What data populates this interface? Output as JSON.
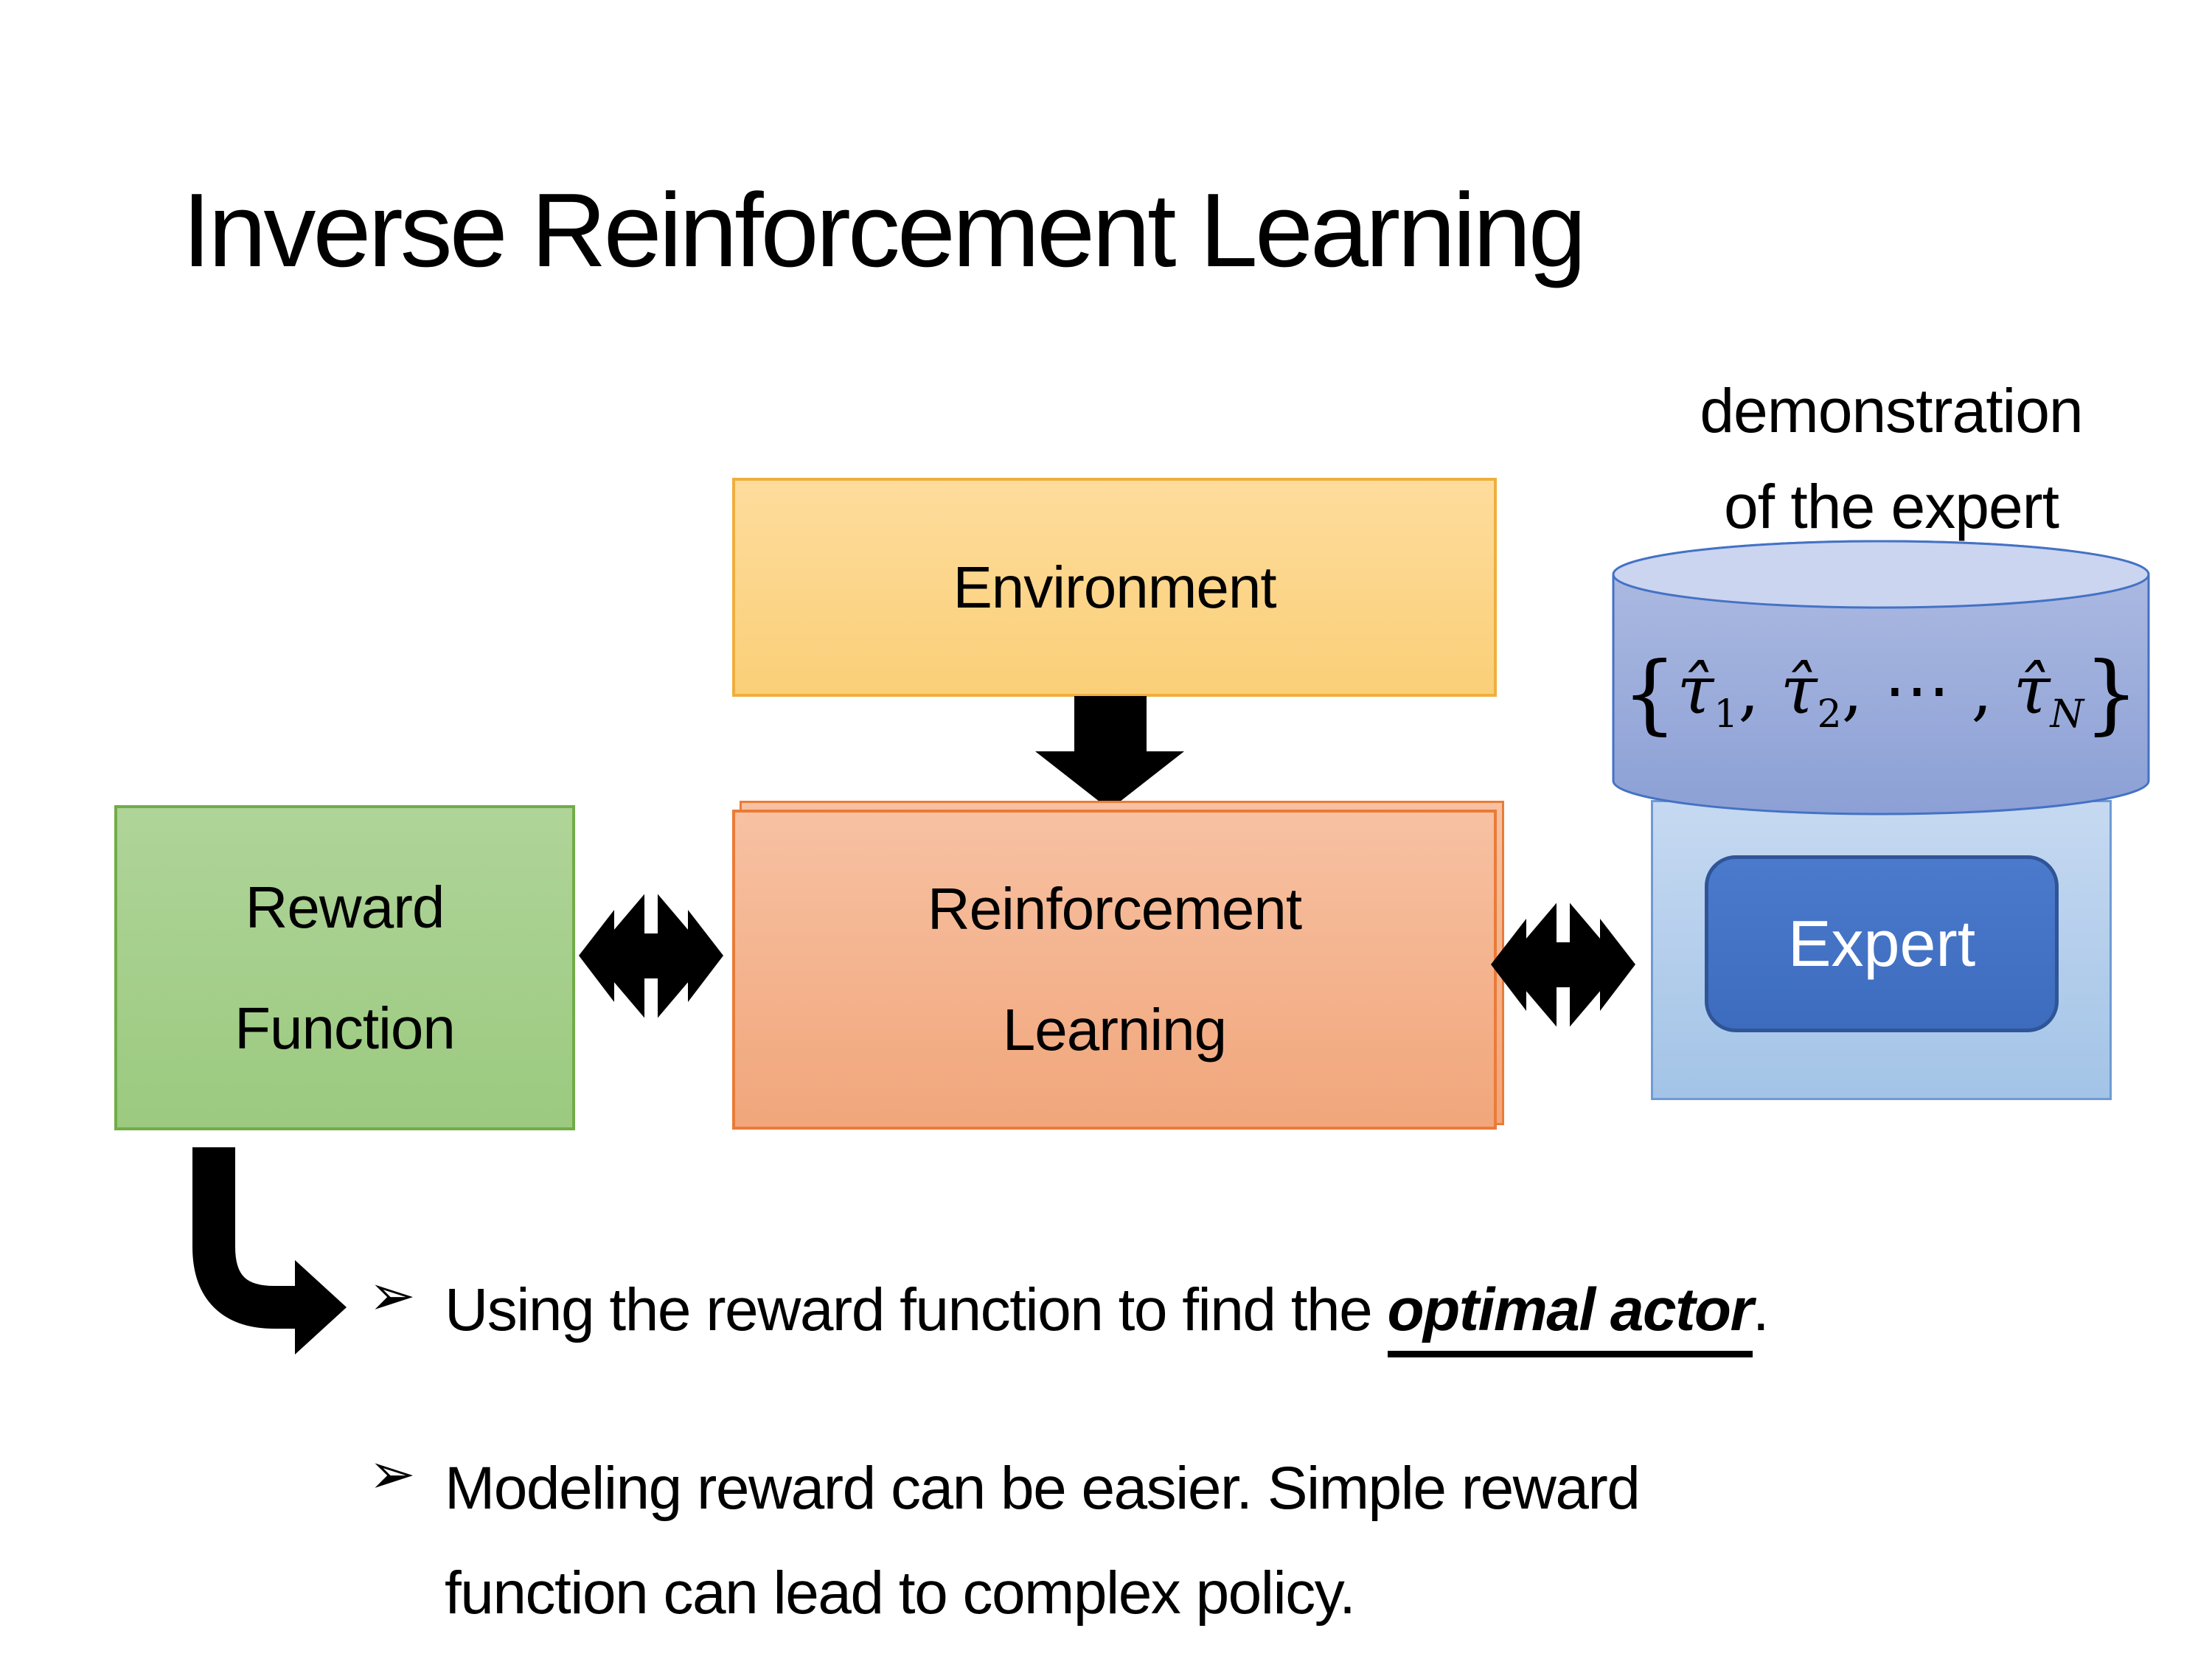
{
  "title": "Inverse Reinforcement Learning",
  "right_group": {
    "caption_lines": [
      "demonstration",
      "of the expert"
    ],
    "expert_label": "Expert",
    "formula": {
      "open": "{",
      "tau1": "τ̂",
      "sub1": "1",
      "comma1": ", ",
      "tau2": "τ̂",
      "sub2": "2",
      "dots": ", ⋯ , ",
      "tau3": "τ̂",
      "subN": "N",
      "close": "}"
    }
  },
  "boxes": {
    "environment": {
      "label": "Environment"
    },
    "reward": {
      "lines": [
        "Reward",
        "Function"
      ]
    },
    "reinforcement_learning": {
      "lines": [
        "Reinforcement",
        "Learning"
      ]
    }
  },
  "bullets": [
    {
      "marker": "➢",
      "pre": "Using the reward function to find the ",
      "emphasis": "optimal actor",
      "post": "."
    },
    {
      "marker": "➢",
      "lines": [
        "Modeling reward can be easier. Simple reward",
        "function can lead to complex policy."
      ]
    }
  ],
  "icons": {
    "down_arrow": "down-arrow-icon",
    "double_arrow_left": "double-arrow-icon",
    "double_arrow_right": "double-arrow-icon",
    "elbow_arrow": "bent-right-arrow-icon",
    "bullet_marker": "arrowhead-bullet-icon",
    "database": "database-cylinder-icon"
  },
  "colors": {
    "background": "#FFFFFF",
    "text": "#000000",
    "arrow": "#000000",
    "environment_fill_top": "#FEDC9C",
    "environment_fill_bottom": "#FACF78",
    "environment_border": "#EFAF3D",
    "reward_fill_top": "#AFD499",
    "reward_fill_bottom": "#9BCA7F",
    "reward_border": "#71AC48",
    "rl_fill_top": "#F7C1A2",
    "rl_fill_bottom": "#F1A67B",
    "rl_border": "#EA7B38",
    "cylinder_fill_top": "#AFBCE3",
    "cylinder_fill_bottom": "#8CA0D5",
    "cylinder_top_fill": "#CBD5F0",
    "cylinder_border": "#4472C4",
    "expert_container_fill_top": "#C6D9F1",
    "expert_container_fill_bottom": "#A3C4E7",
    "expert_container_border": "#6E9BD4",
    "expert_fill": "#4170C4",
    "expert_border": "#2F5597",
    "expert_text": "#FFFFFF"
  }
}
